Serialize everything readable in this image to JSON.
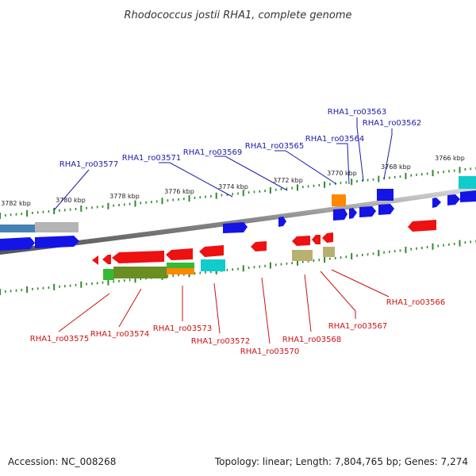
{
  "title": "Rhodococcus jostii RHA1, complete genome",
  "footer": {
    "accession": "Accession: NC_008268",
    "summary": "Topology: linear; Length: 7,804,765 bp; Genes: 7,274"
  },
  "kbp_ticks": [
    "3782 kbp",
    "3780 kbp",
    "3778 kbp",
    "3776 kbp",
    "3774 kbp",
    "3772 kbp",
    "3770 kbp",
    "3768 kbp",
    "3766 kbp"
  ],
  "forward_genes": [
    "RHA1_ro03577",
    "RHA1_ro03571",
    "RHA1_ro03569",
    "RHA1_ro03565",
    "RHA1_ro03564",
    "RHA1_ro03563",
    "RHA1_ro03562"
  ],
  "reverse_genes": [
    "RHA1_ro03575",
    "RHA1_ro03574",
    "RHA1_ro03573",
    "RHA1_ro03572",
    "RHA1_ro03570",
    "RHA1_ro03568",
    "RHA1_ro03567",
    "RHA1_ro03566"
  ],
  "colors": {
    "forward_label": "#1a1aa8",
    "reverse_label": "#cc1111",
    "tick": "#2e8b2e",
    "blue": "#1414e6",
    "red": "#ee1111",
    "olive": "#6b8e23",
    "green": "#33bb33",
    "orange": "#ff8800",
    "cyan": "#11cccc",
    "khaki": "#b8b070",
    "steel": "#4682b4",
    "grey": "#b4b4b4"
  }
}
